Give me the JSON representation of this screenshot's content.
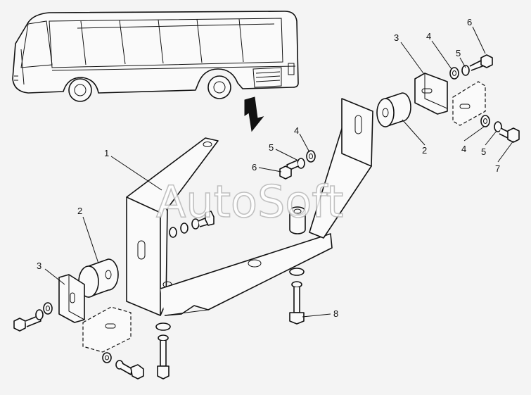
{
  "watermark": "AutoSoft",
  "callouts": [
    {
      "id": "c1",
      "text": "1"
    },
    {
      "id": "c2a",
      "text": "2"
    },
    {
      "id": "c2b",
      "text": "2"
    },
    {
      "id": "c3a",
      "text": "3"
    },
    {
      "id": "c3b",
      "text": "3"
    },
    {
      "id": "c4a",
      "text": "4"
    },
    {
      "id": "c4b",
      "text": "4"
    },
    {
      "id": "c4c",
      "text": "4"
    },
    {
      "id": "c5a",
      "text": "5"
    },
    {
      "id": "c5b",
      "text": "5"
    },
    {
      "id": "c5c",
      "text": "5"
    },
    {
      "id": "c6a",
      "text": "6"
    },
    {
      "id": "c6b",
      "text": "6"
    },
    {
      "id": "c7",
      "text": "7"
    },
    {
      "id": "c8",
      "text": "8"
    }
  ]
}
